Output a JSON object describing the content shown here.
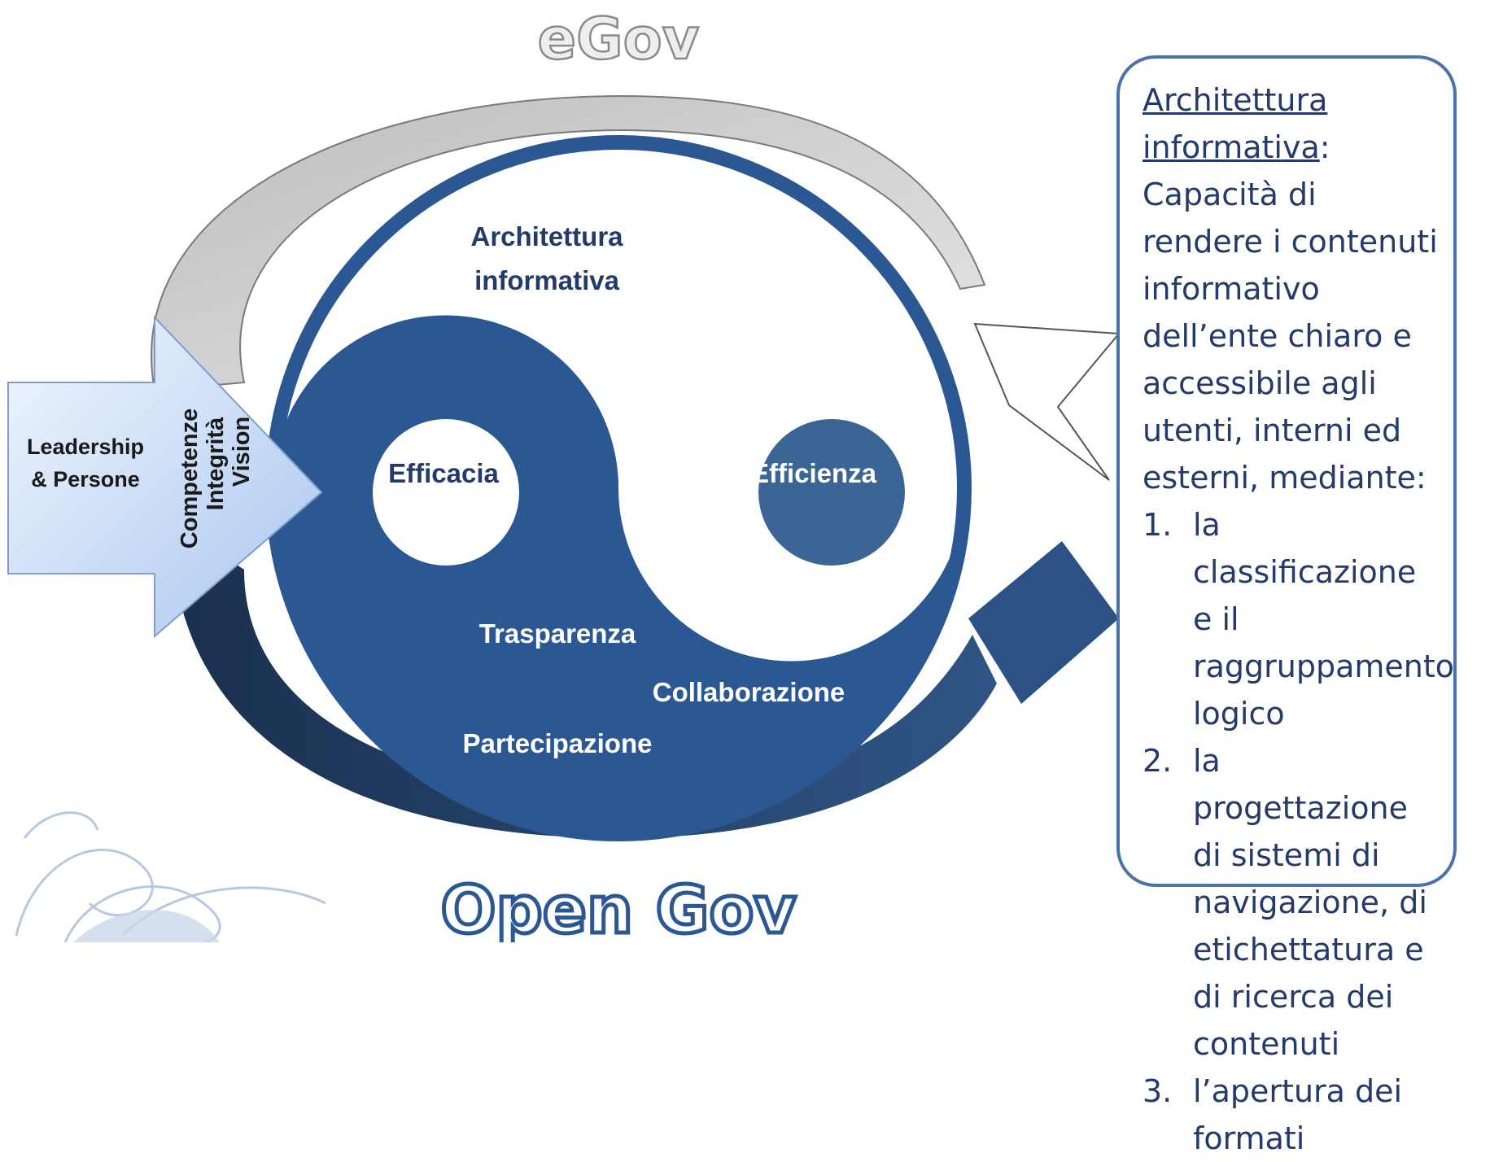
{
  "titles": {
    "top": "eGov",
    "bottom": "Open Gov"
  },
  "arrow": {
    "left_label_line1": "Leadership",
    "left_label_line2": "& Persone",
    "vertical_labels": [
      "Competenze",
      "Integrità",
      "Vision"
    ]
  },
  "circle": {
    "top_label_line1": "Architettura",
    "top_label_line2": "informativa",
    "left_dot": "Efficacia",
    "right_dot": "Efficienza",
    "lower_labels": [
      "Trasparenza",
      "Collaborazione",
      "Partecipazione"
    ]
  },
  "callout": {
    "term": "Architettura informativa",
    "intro": ": Capacità di rendere i contenuti informativo dell’ente chiaro e accessibile agli utenti, interni ed esterni, mediante:",
    "items": [
      {
        "num": "1.",
        "text": "la classificazione e il raggruppamento logico"
      },
      {
        "num": "2.",
        "text": "la progettazione di sistemi di navigazione, di etichettatura e di ricerca dei contenuti"
      },
      {
        "num": "3.",
        "text": "l’apertura dei formati"
      }
    ]
  },
  "colors": {
    "dark_blue": "#2b5893",
    "navy": "#1c3a5e",
    "mid_blue": "#3c6696",
    "text_blue": "#233a6b",
    "grey": "#cfcfcf"
  }
}
